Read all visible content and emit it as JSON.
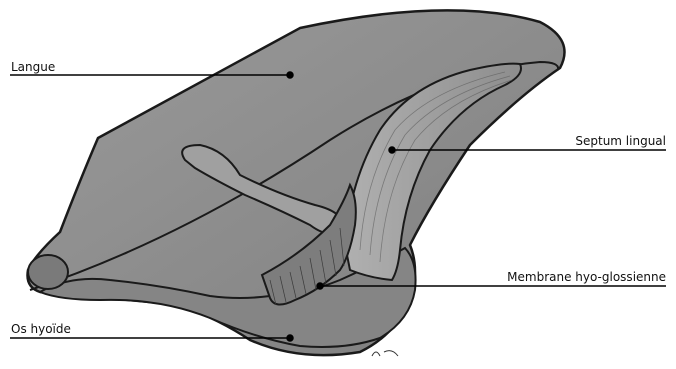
{
  "labels": {
    "langue": "Langue",
    "os_hyoide": "Os hyoïde",
    "septum": "Septum lingual",
    "membrane": "Membrane hyo-glossienne"
  },
  "colors": {
    "fill_main": "#8e8e8e",
    "fill_light": "#a3a3a3",
    "fill_dark": "#6f6f6f",
    "outline": "#1a1a1a",
    "leader": "#000000"
  }
}
